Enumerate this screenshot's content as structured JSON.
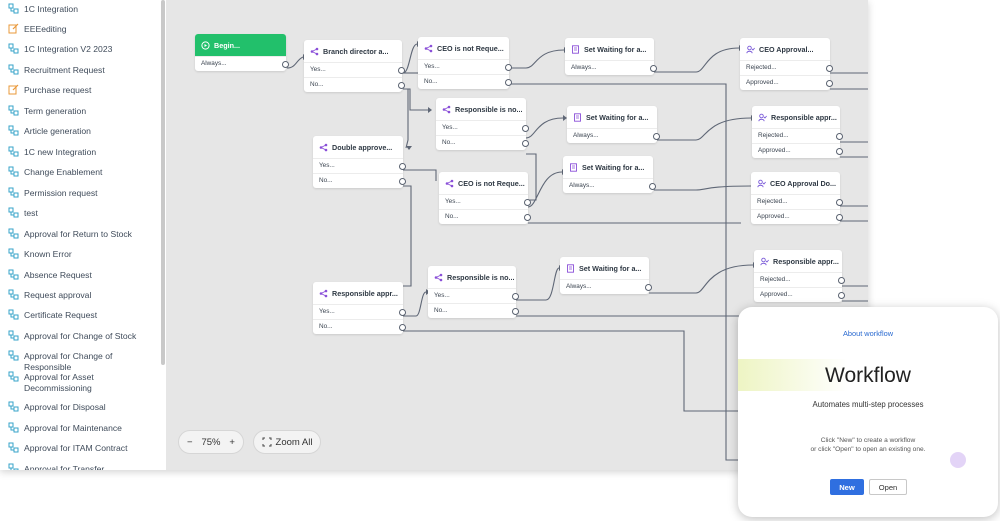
{
  "sidebar": {
    "items": [
      {
        "label": "1C Integration",
        "icon": "workflow-icon"
      },
      {
        "label": "EEEediting",
        "icon": "edit-icon"
      },
      {
        "label": "1C Integration V2 2023",
        "icon": "workflow-icon"
      },
      {
        "label": "Recruitment Request",
        "icon": "workflow-icon"
      },
      {
        "label": "Purchase request",
        "icon": "edit-icon"
      },
      {
        "label": "Term generation",
        "icon": "workflow-icon"
      },
      {
        "label": "Article generation",
        "icon": "workflow-icon"
      },
      {
        "label": "1C new Integration",
        "icon": "workflow-icon"
      },
      {
        "label": "Change Enablement",
        "icon": "workflow-icon"
      },
      {
        "label": "Permission request",
        "icon": "workflow-icon"
      },
      {
        "label": "test",
        "icon": "workflow-icon"
      },
      {
        "label": "Approval for Return to Stock",
        "icon": "workflow-icon"
      },
      {
        "label": "Known Error",
        "icon": "workflow-icon"
      },
      {
        "label": "Absence Request",
        "icon": "workflow-icon"
      },
      {
        "label": "Request approval",
        "icon": "workflow-icon"
      },
      {
        "label": "Certificate Request",
        "icon": "workflow-icon"
      },
      {
        "label": "Approval for Change of Stock",
        "icon": "workflow-icon"
      },
      {
        "label": "Approval for Change of Responsible",
        "icon": "workflow-icon"
      },
      {
        "label": "Approval for Asset Decommissioning",
        "icon": "workflow-icon"
      },
      {
        "label": "Approval for Disposal",
        "icon": "workflow-icon"
      },
      {
        "label": "Approval for Maintenance",
        "icon": "workflow-icon"
      },
      {
        "label": "Approval for ITAM Contract",
        "icon": "workflow-icon"
      },
      {
        "label": "Approval for Transfer",
        "icon": "workflow-icon"
      }
    ]
  },
  "canvas": {
    "nodes": [
      {
        "title": "Begin...",
        "type": "start",
        "rows": [
          "Always..."
        ]
      },
      {
        "title": "Branch director a...",
        "type": "condition",
        "rows": [
          "Yes...",
          "No..."
        ]
      },
      {
        "title": "CEO is not Reque...",
        "type": "condition",
        "rows": [
          "Yes...",
          "No..."
        ]
      },
      {
        "title": "Set Waiting for a...",
        "type": "action",
        "rows": [
          "Always..."
        ]
      },
      {
        "title": "CEO Approval...",
        "type": "approval",
        "rows": [
          "Rejected...",
          "Approved..."
        ]
      },
      {
        "title": "Responsible is no...",
        "type": "condition",
        "rows": [
          "Yes...",
          "No..."
        ]
      },
      {
        "title": "Set Waiting for a...",
        "type": "action",
        "rows": [
          "Always..."
        ]
      },
      {
        "title": "Responsible appr...",
        "type": "approval",
        "rows": [
          "Rejected...",
          "Approved..."
        ]
      },
      {
        "title": "Double approve...",
        "type": "condition",
        "rows": [
          "Yes...",
          "No..."
        ]
      },
      {
        "title": "CEO is not Reque...",
        "type": "condition",
        "rows": [
          "Yes...",
          "No..."
        ]
      },
      {
        "title": "Set Waiting for a...",
        "type": "action",
        "rows": [
          "Always..."
        ]
      },
      {
        "title": "CEO Approval Do...",
        "type": "approval",
        "rows": [
          "Rejected...",
          "Approved..."
        ]
      },
      {
        "title": "Responsible appr...",
        "type": "approval",
        "rows": [
          "Rejected...",
          "Approved..."
        ]
      },
      {
        "title": "Responsible is no...",
        "type": "condition",
        "rows": [
          "Yes...",
          "No..."
        ]
      },
      {
        "title": "Set Waiting for a...",
        "type": "action",
        "rows": [
          "Always..."
        ]
      },
      {
        "title": "Responsible appr...",
        "type": "condition",
        "rows": [
          "Yes...",
          "No..."
        ]
      }
    ],
    "zoom": {
      "level": "75%",
      "minus": "−",
      "plus": "+"
    },
    "zoom_all_label": "Zoom All"
  },
  "about": {
    "link": "About workflow",
    "title": "Workflow",
    "subtitle": "Automates multi-step processes",
    "hint_line1": "Click \"New\" to create a workflow",
    "hint_line2": "or click \"Open\" to open an existing one.",
    "new_label": "New",
    "open_label": "Open"
  },
  "colors": {
    "start_green": "#22c06b",
    "condition_purple": "#8a4fd8",
    "approval_purple": "#7a5ad8",
    "wire_gray": "#5f6776",
    "primary_blue": "#2f6fe0",
    "canvas_bg": "#e6e6e6"
  }
}
